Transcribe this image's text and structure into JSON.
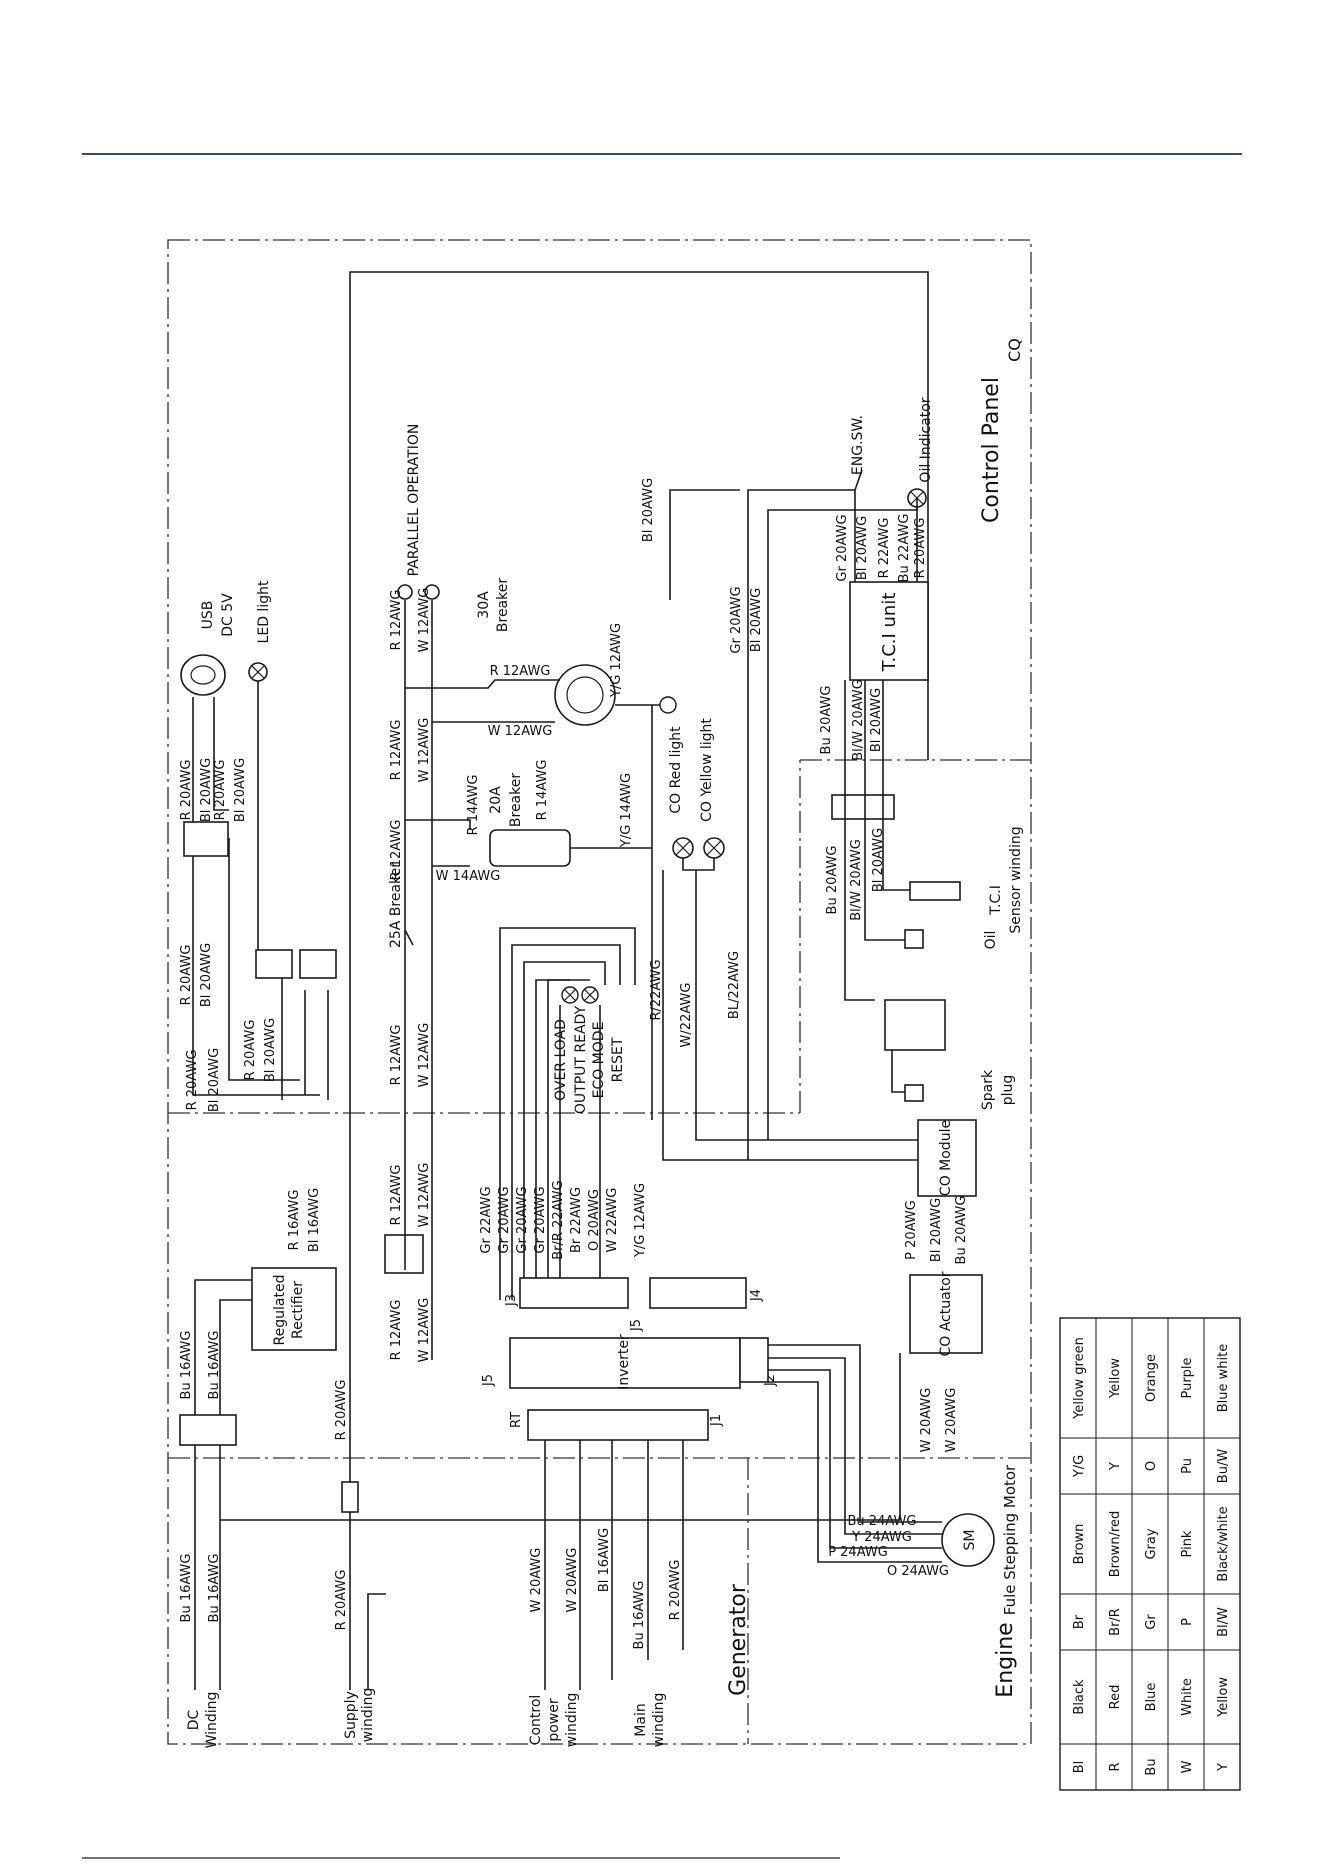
{
  "zones": {
    "control_panel": "Control Panel",
    "control_panel_sub": "CQ",
    "engine": "Engine",
    "generator": "Generator"
  },
  "components": {
    "usb": "USB",
    "usb_sub": "DC 5V",
    "led": "LED light",
    "parallel": "PARALLEL OPERATION",
    "breaker30": "30A",
    "breaker30_sub": "Breaker",
    "breaker20": "20A",
    "breaker20_sub": "Breaker",
    "breaker25": "25A Breaker",
    "co_red": "CO Red light",
    "co_yellow": "CO Yellow light",
    "overload": "OVER LOAD",
    "output_ready": "OUTPUT READY",
    "eco_mode": "ECO MODE",
    "reset": "RESET",
    "eng_sw": "ENG.SW.",
    "oil_indicator": "Oil Indicator",
    "tci_unit": "T.C.I unit",
    "tci_sensor_1": "T.C.I",
    "tci_sensor_2": "Sensor winding",
    "oil_sensor": "Oil",
    "spark_1": "Spark",
    "spark_2": "plug",
    "co_module": "CO Module",
    "co_actuator": "CO Actuator",
    "inverter": "Inverter",
    "reg_1": "Regulated",
    "reg_2": "Rectifier",
    "dc_1": "DC",
    "dc_2": "Winding",
    "supply_1": "Supply",
    "supply_2": "winding",
    "control_1": "Control",
    "control_2": "power",
    "control_3": "winding",
    "main_1": "Main",
    "main_2": "winding",
    "stepping": "Fule Stepping Motor",
    "sm": "SM",
    "j1": "J1",
    "j2": "J2",
    "j3": "J3",
    "j4": "J4",
    "j5": "J5",
    "j5b": "J5",
    "rt": "RT"
  },
  "wires": {
    "r20": "R 20AWG",
    "bl20": "Bl 20AWG",
    "r12": "R 12AWG",
    "w12": "W 12AWG",
    "r14": "R 14AWG",
    "w14": "W 14AWG",
    "yg14": "Y/G 14AWG",
    "yg12": "Y/G 12AWG",
    "gr20": "Gr 20AWG",
    "bu20": "Bu 20AWG",
    "blw20": "Bl/W 20AWG",
    "r22": "R 22AWG",
    "bu22": "Bu 22AWG",
    "r16": "R 16AWG",
    "bl16": "Bl 16AWG",
    "bu16": "Bu 16AWG",
    "w20": "W 20AWG",
    "p20": "P 20AWG",
    "gr22": "Gr 22AWG",
    "brr22": "Br/R 22AWG",
    "br22": "Br 22AWG",
    "o20": "O 20AWG",
    "w22": "W 22AWG",
    "r22s": "R/22AWG",
    "w22s": "W/22AWG",
    "bl22s": "BL/22AWG",
    "bu24": "Bu 24AWG",
    "y24": "Y 24AWG",
    "p24": "P 24AWG",
    "o24": "O 24AWG"
  },
  "legend": {
    "rows": [
      [
        "Bl",
        "Black",
        "Br",
        "Brown",
        "Y/G",
        "Yellow green"
      ],
      [
        "R",
        "Red",
        "Br/R",
        "Brown/red",
        "Y",
        "Yellow"
      ],
      [
        "Bu",
        "Blue",
        "Gr",
        "Gray",
        "O",
        "Orange"
      ],
      [
        "W",
        "White",
        "P",
        "Pink",
        "Pu",
        "Purple"
      ],
      [
        "Y",
        "Yellow",
        "Bl/W",
        "Black/white",
        "Bu/W",
        "Blue white"
      ]
    ]
  }
}
